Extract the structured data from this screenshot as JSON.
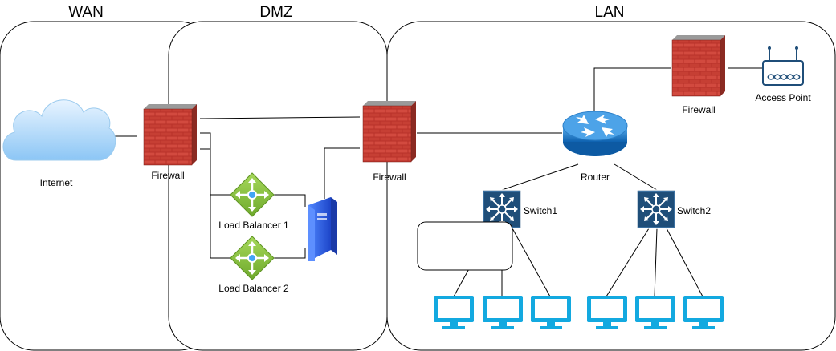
{
  "zones": {
    "wan": "WAN",
    "dmz": "DMZ",
    "lan": "LAN"
  },
  "labels": {
    "internet": "Internet",
    "firewall_wan": "Firewall",
    "firewall_dmz": "Firewall",
    "firewall_lan": "Firewall",
    "access_point": "Access Point",
    "router": "Router",
    "load_balancer_1": "Load Balancer 1",
    "load_balancer_2": "Load Balancer 2",
    "switch1": "Switch1",
    "switch2": "Switch2"
  },
  "icons": {
    "cloud": "cloud-icon",
    "firewall": "firewall-icon",
    "load_balancer": "load-balancer-icon",
    "server": "server-icon",
    "router": "router-icon",
    "switch": "switch-icon",
    "access_point": "access-point-icon",
    "monitor": "monitor-icon"
  },
  "colors": {
    "brick": "#c0392b",
    "router": "#1b75bc",
    "switch": "#1f4e79",
    "load_balancer": "#8cc63f",
    "server": "#3366dd",
    "monitor": "#13a9e0",
    "cloud": "#a7d4f7"
  }
}
